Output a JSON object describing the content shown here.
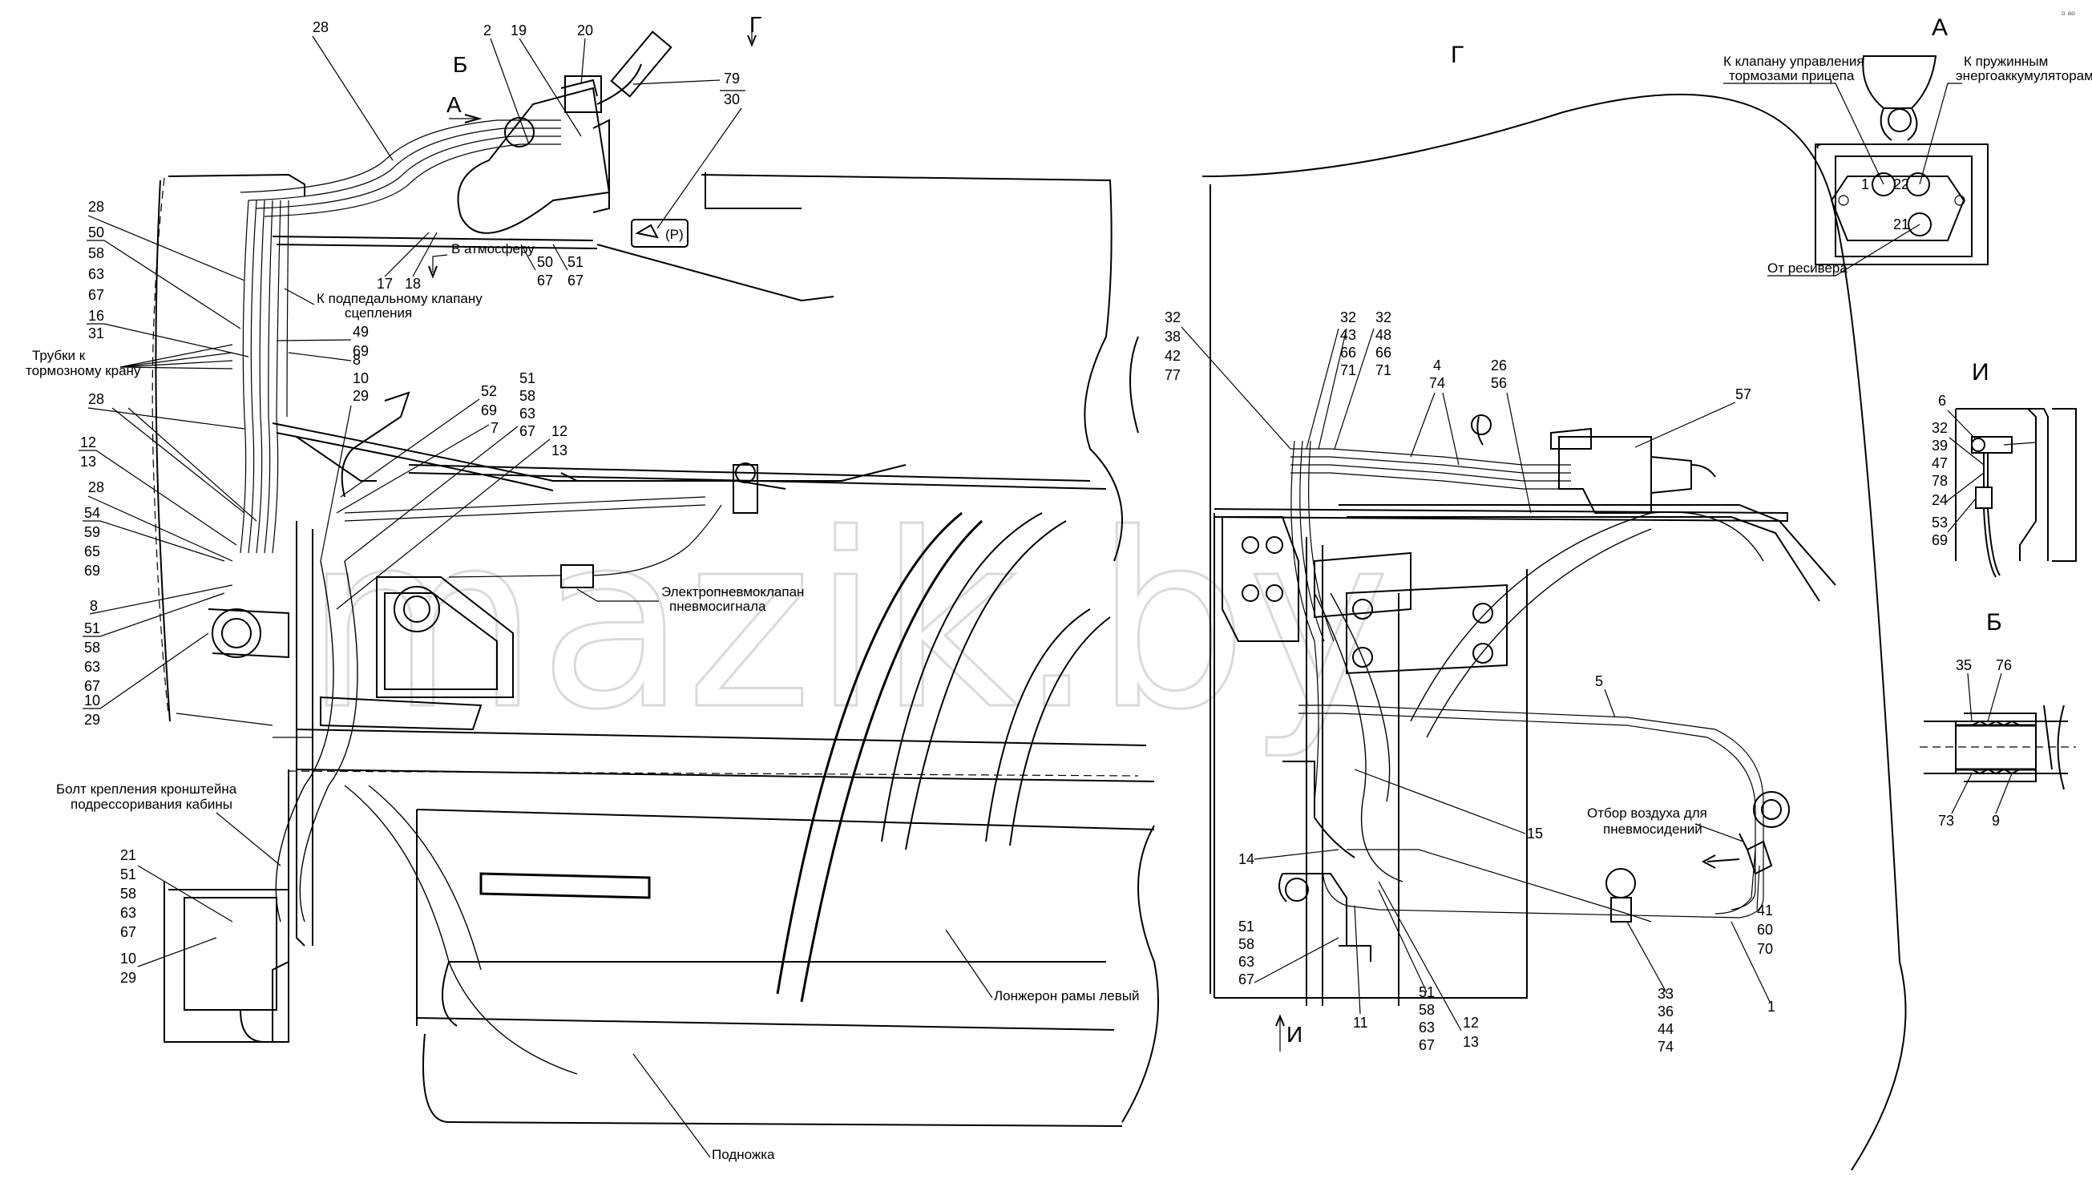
{
  "watermark": "mazik.by",
  "corner_mark": "ᵒ ᵃᵒ",
  "views": {
    "g_arrow": "Г",
    "g_view": "Г",
    "a_view": "А",
    "i_view": "И",
    "b_view": "Б",
    "a_arrow": "А",
    "b_arrow": "Б",
    "i_arrow": "И"
  },
  "labels": {
    "tubes_to_brake_valve_1": "Трубки к",
    "tubes_to_brake_valve_2": "тормозному крану",
    "to_clutch_valve_1": "К подпедальному клапану",
    "to_clutch_valve_2": "сцепления",
    "to_atmosphere": "В атмосферу",
    "electro_valve_1": "Электропневмоклапан",
    "electro_valve_2": "пневмосигнала",
    "bolt_bracket_1": "Болт крепления кронштейна",
    "bolt_bracket_2": "подрессоривания кабины",
    "frame_member_left": "Лонжерон рамы левый",
    "footstep": "Подножка",
    "air_takeoff_1": "Отбор воздуха для",
    "air_takeoff_2": "пневмосидений",
    "to_trailer_valve_1": "К клапану управления",
    "to_trailer_valve_2": "тормозами прицепа",
    "to_spring_accum_1": "К пружинным",
    "to_spring_accum_2": "энергоаккумуляторам",
    "from_receiver": "От ресивера",
    "park_symbol": "(P)"
  },
  "refs": {
    "n28a": "28",
    "n2": "2",
    "n19": "19",
    "n20": "20",
    "n79": "79",
    "n30": "30",
    "n28b": "28",
    "s50": [
      "50",
      "58",
      "63",
      "67"
    ],
    "n17": "17",
    "n18": "18",
    "s50b": [
      "50",
      "67"
    ],
    "s51b": [
      "51",
      "67"
    ],
    "s16": [
      "16",
      "31"
    ],
    "s49": [
      "49",
      "69"
    ],
    "n8a": "8",
    "n28c": "28",
    "s10a": [
      "10",
      "29"
    ],
    "s52": [
      "52",
      "69"
    ],
    "n7": "7",
    "s51a": [
      "51",
      "58",
      "63",
      "67"
    ],
    "s12a": [
      "12",
      "13"
    ],
    "s12b": [
      "12",
      "13"
    ],
    "n28d": "28",
    "s54": [
      "54",
      "59",
      "65",
      "69"
    ],
    "n8b": "8",
    "s51c": [
      "51",
      "58",
      "63",
      "67"
    ],
    "s10b": [
      "10",
      "29"
    ],
    "s21": [
      "21",
      "51",
      "58",
      "63",
      "67"
    ],
    "s10c": [
      "10",
      "29"
    ],
    "s32a": [
      "32",
      "38",
      "42",
      "77"
    ],
    "s32b": [
      "32",
      "43",
      "66",
      "71"
    ],
    "s32c": [
      "32",
      "48",
      "66",
      "71"
    ],
    "s4": [
      "4",
      "74"
    ],
    "s26": [
      "26",
      "56"
    ],
    "n57": "57",
    "n5": "5",
    "n15": "15",
    "n14": "14",
    "s51d": [
      "51",
      "58",
      "63",
      "67"
    ],
    "n11": "11",
    "s51e": [
      "51",
      "58",
      "63",
      "67"
    ],
    "s12c": [
      "12",
      "13"
    ],
    "s33": [
      "33",
      "36",
      "44",
      "74"
    ],
    "n1": "1",
    "s41": [
      "41",
      "60",
      "70"
    ],
    "a_ports": [
      "1",
      "22",
      "21"
    ],
    "n6": "6",
    "s32d": [
      "32",
      "39",
      "47",
      "78"
    ],
    "n24": "24",
    "s53": [
      "53",
      "69"
    ],
    "n35": "35",
    "n76": "76",
    "n73": "73",
    "n9": "9"
  }
}
